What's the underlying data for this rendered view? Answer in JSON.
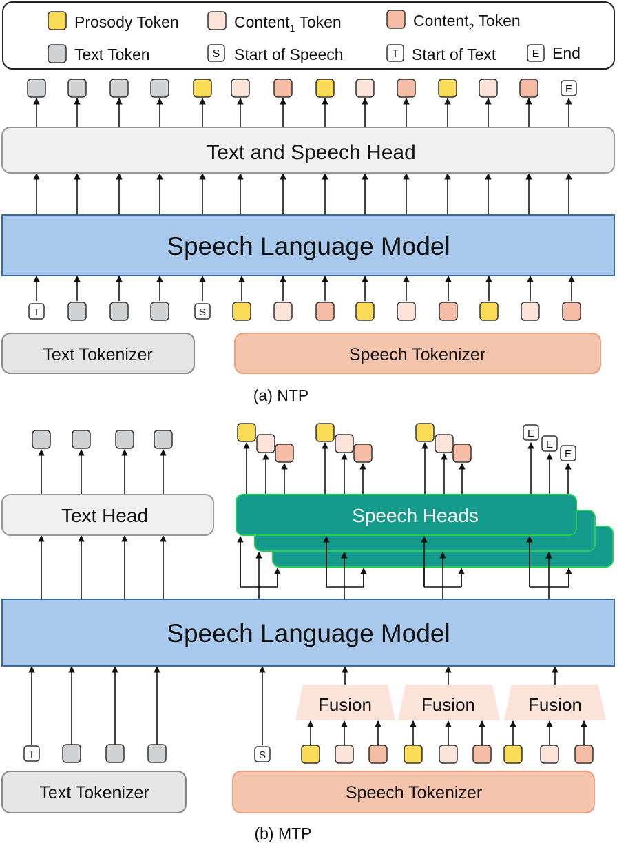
{
  "colors": {
    "prosody": "#FADB57",
    "content1": "#FCE3DA",
    "content2": "#F5BDA5",
    "text_token": "#D0D2D4",
    "slm": "#A9C9EC",
    "head_gray": "#F0F0F0",
    "speech_tokenizer": "#F5C4AC",
    "speech_heads": "#149B8C",
    "fusion": "#FCE3DA"
  },
  "legend": {
    "prosody": "Prosody Token",
    "content1_main": "Content",
    "content1_sub": "1",
    "content2_main": "Content",
    "content2_sub": "2",
    "token_suffix": " Token",
    "text": "Text Token",
    "start_speech_glyph": "S",
    "start_speech": "Start of Speech",
    "start_text_glyph": "T",
    "start_text": "Start of Text",
    "end_glyph": "E",
    "end": "End"
  },
  "ntp": {
    "caption": "(a) NTP",
    "head": "Text and Speech Head",
    "model": "Speech Language Model",
    "text_tokenizer": "Text Tokenizer",
    "speech_tokenizer": "Speech Tokenizer",
    "outputs": [
      "text",
      "text",
      "text",
      "text",
      "prosody",
      "content1",
      "content2",
      "prosody",
      "content1",
      "content2",
      "prosody",
      "content1",
      "content2",
      "end"
    ],
    "inputs": [
      "start_text",
      "text",
      "text",
      "text",
      "start_speech",
      "prosody",
      "content1",
      "content2",
      "prosody",
      "content1",
      "content2",
      "prosody",
      "content1",
      "content2"
    ]
  },
  "mtp": {
    "caption": "(b) MTP",
    "text_head": "Text Head",
    "speech_heads": "Speech Heads",
    "model": "Speech Language Model",
    "fusion": "Fusion",
    "text_tokenizer": "Text Tokenizer",
    "speech_tokenizer": "Speech Tokenizer",
    "text_outputs": [
      "text",
      "text",
      "text",
      "text"
    ],
    "speech_output_groups": [
      [
        "prosody",
        "content1",
        "content2"
      ],
      [
        "prosody",
        "content1",
        "content2"
      ],
      [
        "prosody",
        "content1",
        "content2"
      ],
      [
        "end",
        "end",
        "end"
      ]
    ],
    "inputs_text": [
      "start_text",
      "text",
      "text",
      "text"
    ],
    "input_start": "start_speech",
    "fusion_inputs": [
      [
        "prosody",
        "content1",
        "content2"
      ],
      [
        "prosody",
        "content1",
        "content2"
      ],
      [
        "prosody",
        "content1",
        "content2"
      ]
    ]
  }
}
